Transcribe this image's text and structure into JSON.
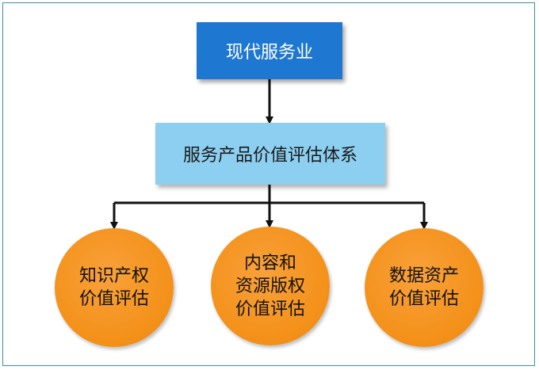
{
  "diagram": {
    "root": "现代服务业",
    "system": "服务产品价值评估体系",
    "children": [
      [
        "知识产权",
        "价值评估"
      ],
      [
        "内容和",
        "资源版权",
        "价值评估"
      ],
      [
        "数据资产",
        "价值评估"
      ]
    ],
    "colors": {
      "root_fill": "#1e78d2",
      "system_fill": "#8dcff0",
      "circle_fill": "#f39018",
      "frame_border": "#3a8fa0",
      "connector": "#111111"
    }
  }
}
